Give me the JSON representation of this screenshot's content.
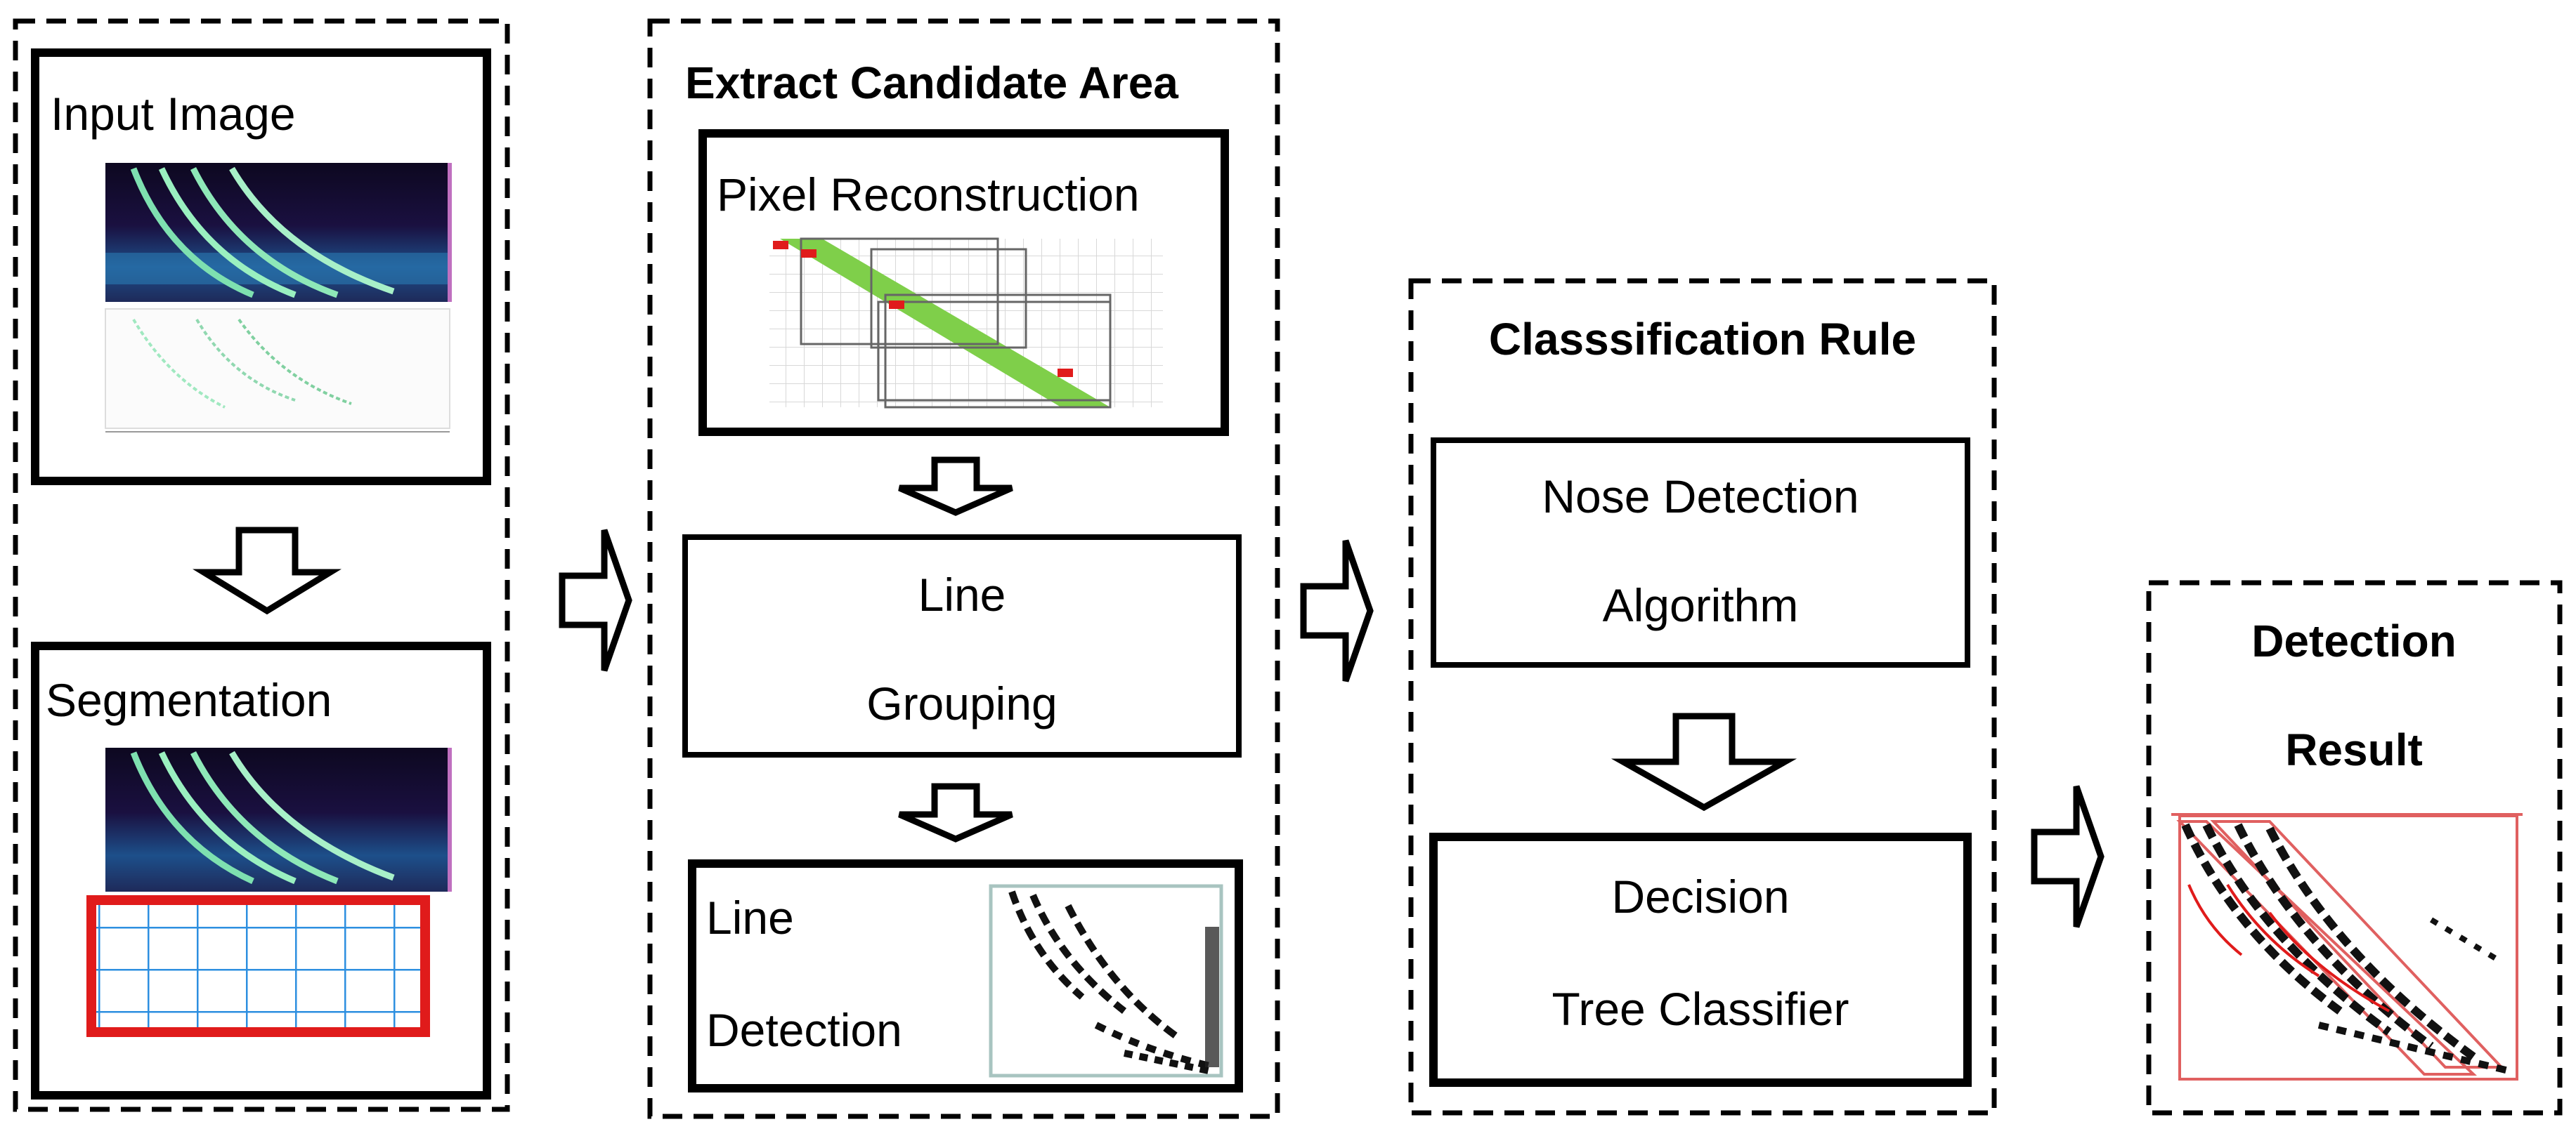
{
  "stage1": {
    "input_image_label": "Input Image",
    "segmentation_label": "Segmentation"
  },
  "stage2": {
    "title": "Extract Candidate Area",
    "pixel_reconstruction_label": "Pixel Reconstruction",
    "line_grouping_line1": "Line",
    "line_grouping_line2": "Grouping",
    "line_detection_line1": "Line",
    "line_detection_line2": "Detection"
  },
  "stage3": {
    "title": "Classsification Rule",
    "nose_detection_line1": "Nose Detection",
    "nose_detection_line2": "Algorithm",
    "decision_tree_line1": "Decision",
    "decision_tree_line2": "Tree Classifier"
  },
  "stage4": {
    "title_line1": "Detection",
    "title_line2": "Result"
  },
  "colors": {
    "highlight_red": "#e01b1b",
    "grid_blue": "#2d8fe0",
    "cell_green": "#7fcf4a",
    "spectrogram_dark": "#1a0f2e"
  }
}
